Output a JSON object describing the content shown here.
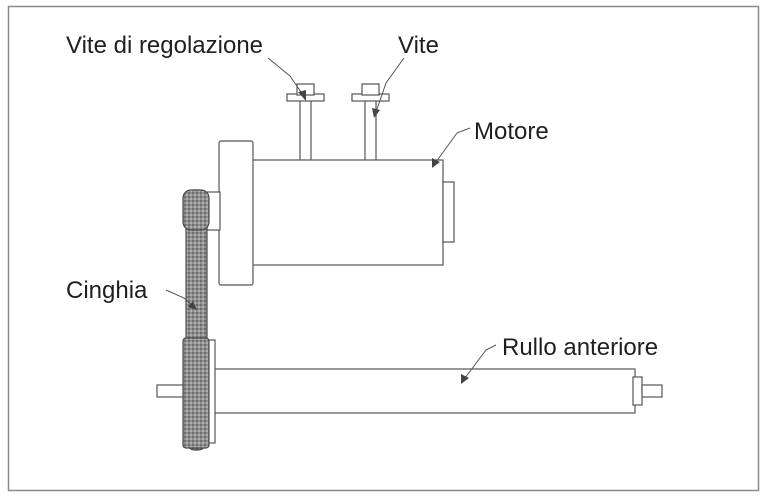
{
  "labels": {
    "adjust_screw": "Vite di regolazione",
    "screw": "Vite",
    "motor": "Motore",
    "belt": "Cinghia",
    "front_roller": "Rullo anteriore"
  },
  "colors": {
    "stroke": "#555555",
    "belt_fill": "#9a9a9a",
    "text": "#1f1f1f",
    "frame": "#8a8a8a"
  }
}
